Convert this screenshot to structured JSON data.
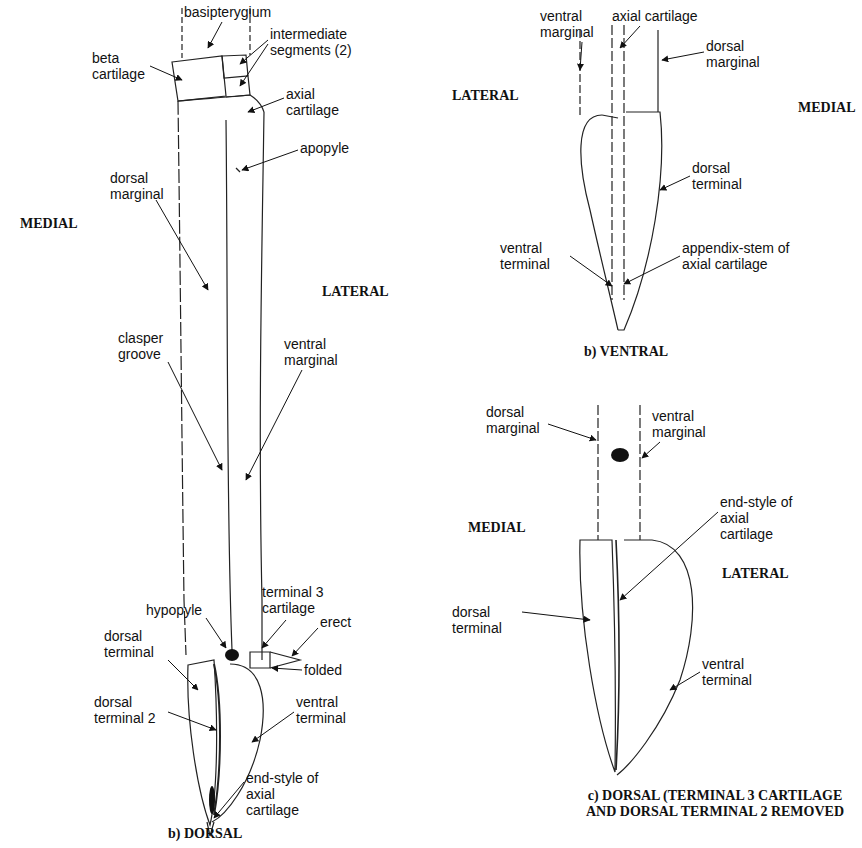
{
  "diagram": {
    "labels": [
      "basipterygium",
      "beta cartilage",
      "intermediate segments (2)",
      "axial cartilage",
      "apopyle",
      "dorsal marginal",
      "MEDIAL",
      "LATERAL",
      "clasper groove",
      "ventral marginal",
      "terminal 3 cartilage",
      "erect",
      "hypopyle",
      "folded",
      "dorsal terminal",
      "dorsal terminal 2",
      "ventral terminal",
      "end-style of axial cartilage",
      "b) DORSAL",
      "ventral marginal",
      "axial cartilage",
      "dorsal marginal",
      "LATERAL",
      "MEDIAL",
      "dorsal terminal",
      "ventral terminal",
      "appendix-stem of axial cartilage",
      "b) VENTRAL",
      "dorsal marginal",
      "ventral marginal",
      "MEDIAL",
      "end-style of axial cartilage",
      "LATERAL",
      "dorsal terminal",
      "ventral terminal",
      "c) DORSAL (TERMINAL 3 CARTILAGE AND DORSAL TERMINAL 2 REMOVED"
    ]
  }
}
